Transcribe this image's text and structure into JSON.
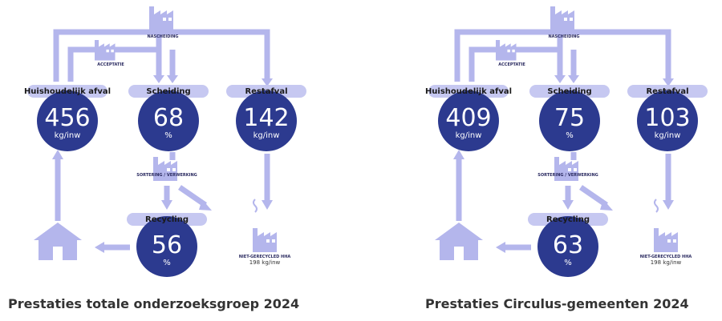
{
  "colors": {
    "flow": "#b4b6ec",
    "circle": "#2c3a8f",
    "pill": "#c6c8f1",
    "text": "#1a1a1a"
  },
  "diagrams": [
    {
      "caption": "Prestaties totale onderzoeksgroep 2024",
      "nascheiding": "NASCHEIDING",
      "acceptatie": "ACCEPTATIE",
      "sortering": "SORTERING / VERWERKING",
      "niet_gerecycled": "NIET-GERECYCLED HHA",
      "niet_gerecycled_value": "198 kg/inw",
      "huishoudelijk": {
        "label": "Huishoudelijk afval",
        "value": "456",
        "unit": "kg/inw"
      },
      "scheiding": {
        "label": "Scheiding",
        "value": "68",
        "unit": "%"
      },
      "restafval": {
        "label": "Restafval",
        "value": "142",
        "unit": "kg/inw"
      },
      "recycling": {
        "label": "Recycling",
        "value": "56",
        "unit": "%"
      }
    },
    {
      "caption": "Prestaties Circulus-gemeenten 2024",
      "nascheiding": "NASCHEIDING",
      "acceptatie": "ACCEPTATIE",
      "sortering": "SORTERING / VERWERKING",
      "niet_gerecycled": "NIET-GERECYCLED HHA",
      "niet_gerecycled_value": "198 kg/inw",
      "huishoudelijk": {
        "label": "Huishoudelijk afval",
        "value": "409",
        "unit": "kg/inw"
      },
      "scheiding": {
        "label": "Scheiding",
        "value": "75",
        "unit": "%"
      },
      "restafval": {
        "label": "Restafval",
        "value": "103",
        "unit": "kg/inw"
      },
      "recycling": {
        "label": "Recycling",
        "value": "63",
        "unit": "%"
      }
    }
  ]
}
